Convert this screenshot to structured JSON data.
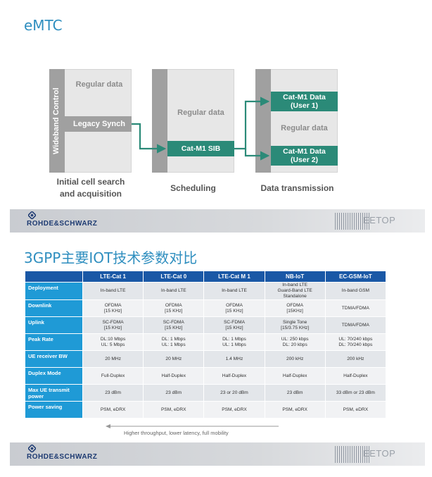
{
  "slide1": {
    "title": "eMTC",
    "left_block": {
      "side_label": "Wideband Control",
      "regular": "Regular data",
      "legacy": "Legacy Synch",
      "caption_line1": "Initial cell search",
      "caption_line2": "and acquisition"
    },
    "middle_block": {
      "regular": "Regular data",
      "sib": "Cat-M1 SIB",
      "caption": "Scheduling"
    },
    "right_block": {
      "user1_line1": "Cat-M1 Data",
      "user1_line2": "(User 1)",
      "regular": "Regular data",
      "user2_line1": "Cat-M1 Data",
      "user2_line2": "(User 2)",
      "caption": "Data transmission"
    }
  },
  "footer": {
    "brand": "ROHDE&SCHWARZ",
    "watermark": "EETOP"
  },
  "slide2": {
    "title": "3GPP主要IOT技术参数对比",
    "columns": [
      "LTE-Cat 1",
      "LTE-Cat 0",
      "LTE-Cat M 1",
      "NB-IoT",
      "EC-GSM-IoT"
    ],
    "rows": [
      {
        "label": "Deployment",
        "cells": [
          [
            "In-band LTE"
          ],
          [
            "In-band LTE"
          ],
          [
            "In-band LTE"
          ],
          [
            "In-band LTE",
            "Guard-Band LTE",
            "Standalone"
          ],
          [
            "In-band GSM"
          ]
        ]
      },
      {
        "label": "Downlink",
        "cells": [
          [
            "OFDMA",
            "[15 KHz]"
          ],
          [
            "OFDMA",
            "[15 KHz]"
          ],
          [
            "OFDMA",
            "[15 KHz]"
          ],
          [
            "OFDMA",
            "[15KHz]"
          ],
          [
            "TDMA/FDMA"
          ]
        ]
      },
      {
        "label": "Uplink",
        "cells": [
          [
            "SC-FDMA",
            "[15 KHz]"
          ],
          [
            "SC-FDMA",
            "[15 KHz]"
          ],
          [
            "SC-FDMA",
            "[15 KHz]"
          ],
          [
            "Single Tone",
            "[15/3.75 KHz]"
          ],
          [
            "TDMA/FDMA"
          ]
        ]
      },
      {
        "label": "Peak Rate",
        "cells": [
          [
            "DL:10 Mbps",
            "UL: 5 Mbps"
          ],
          [
            "DL: 1 Mbps",
            "UL: 1 Mbps"
          ],
          [
            "DL: 1 Mbps",
            "UL: 1 Mbps"
          ],
          [
            "UL: 250 kbps",
            "DL: 20 kbps"
          ],
          [
            "UL: 70/240 kbps",
            "DL: 70/240 kbps"
          ]
        ]
      },
      {
        "label": "UE receiver BW",
        "cells": [
          [
            "20 MHz"
          ],
          [
            "20 MHz"
          ],
          [
            "1.4 MHz"
          ],
          [
            "200 kHz"
          ],
          [
            "200 kHz"
          ]
        ]
      },
      {
        "label": "Duplex Mode",
        "cells": [
          [
            "Full-Duplex"
          ],
          [
            "Half-Duplex"
          ],
          [
            "Half-Duplex"
          ],
          [
            "Half-Duplex"
          ],
          [
            "Half-Duplex"
          ]
        ]
      },
      {
        "label": "Max UE transmit power",
        "cells": [
          [
            "23 dBm"
          ],
          [
            "23 dBm"
          ],
          [
            "23 or 20 dBm"
          ],
          [
            "23 dBm"
          ],
          [
            "33 dBm or 23 dBm"
          ]
        ]
      },
      {
        "label": "Power saving",
        "cells": [
          [
            "PSM, eDRX"
          ],
          [
            "PSM, eDRX"
          ],
          [
            "PSM, eDRX"
          ],
          [
            "PSM, eDRX"
          ],
          [
            "PSM, eDRX"
          ]
        ]
      }
    ],
    "arrow_note": "Higher throughput, lower latency, full mobility"
  }
}
